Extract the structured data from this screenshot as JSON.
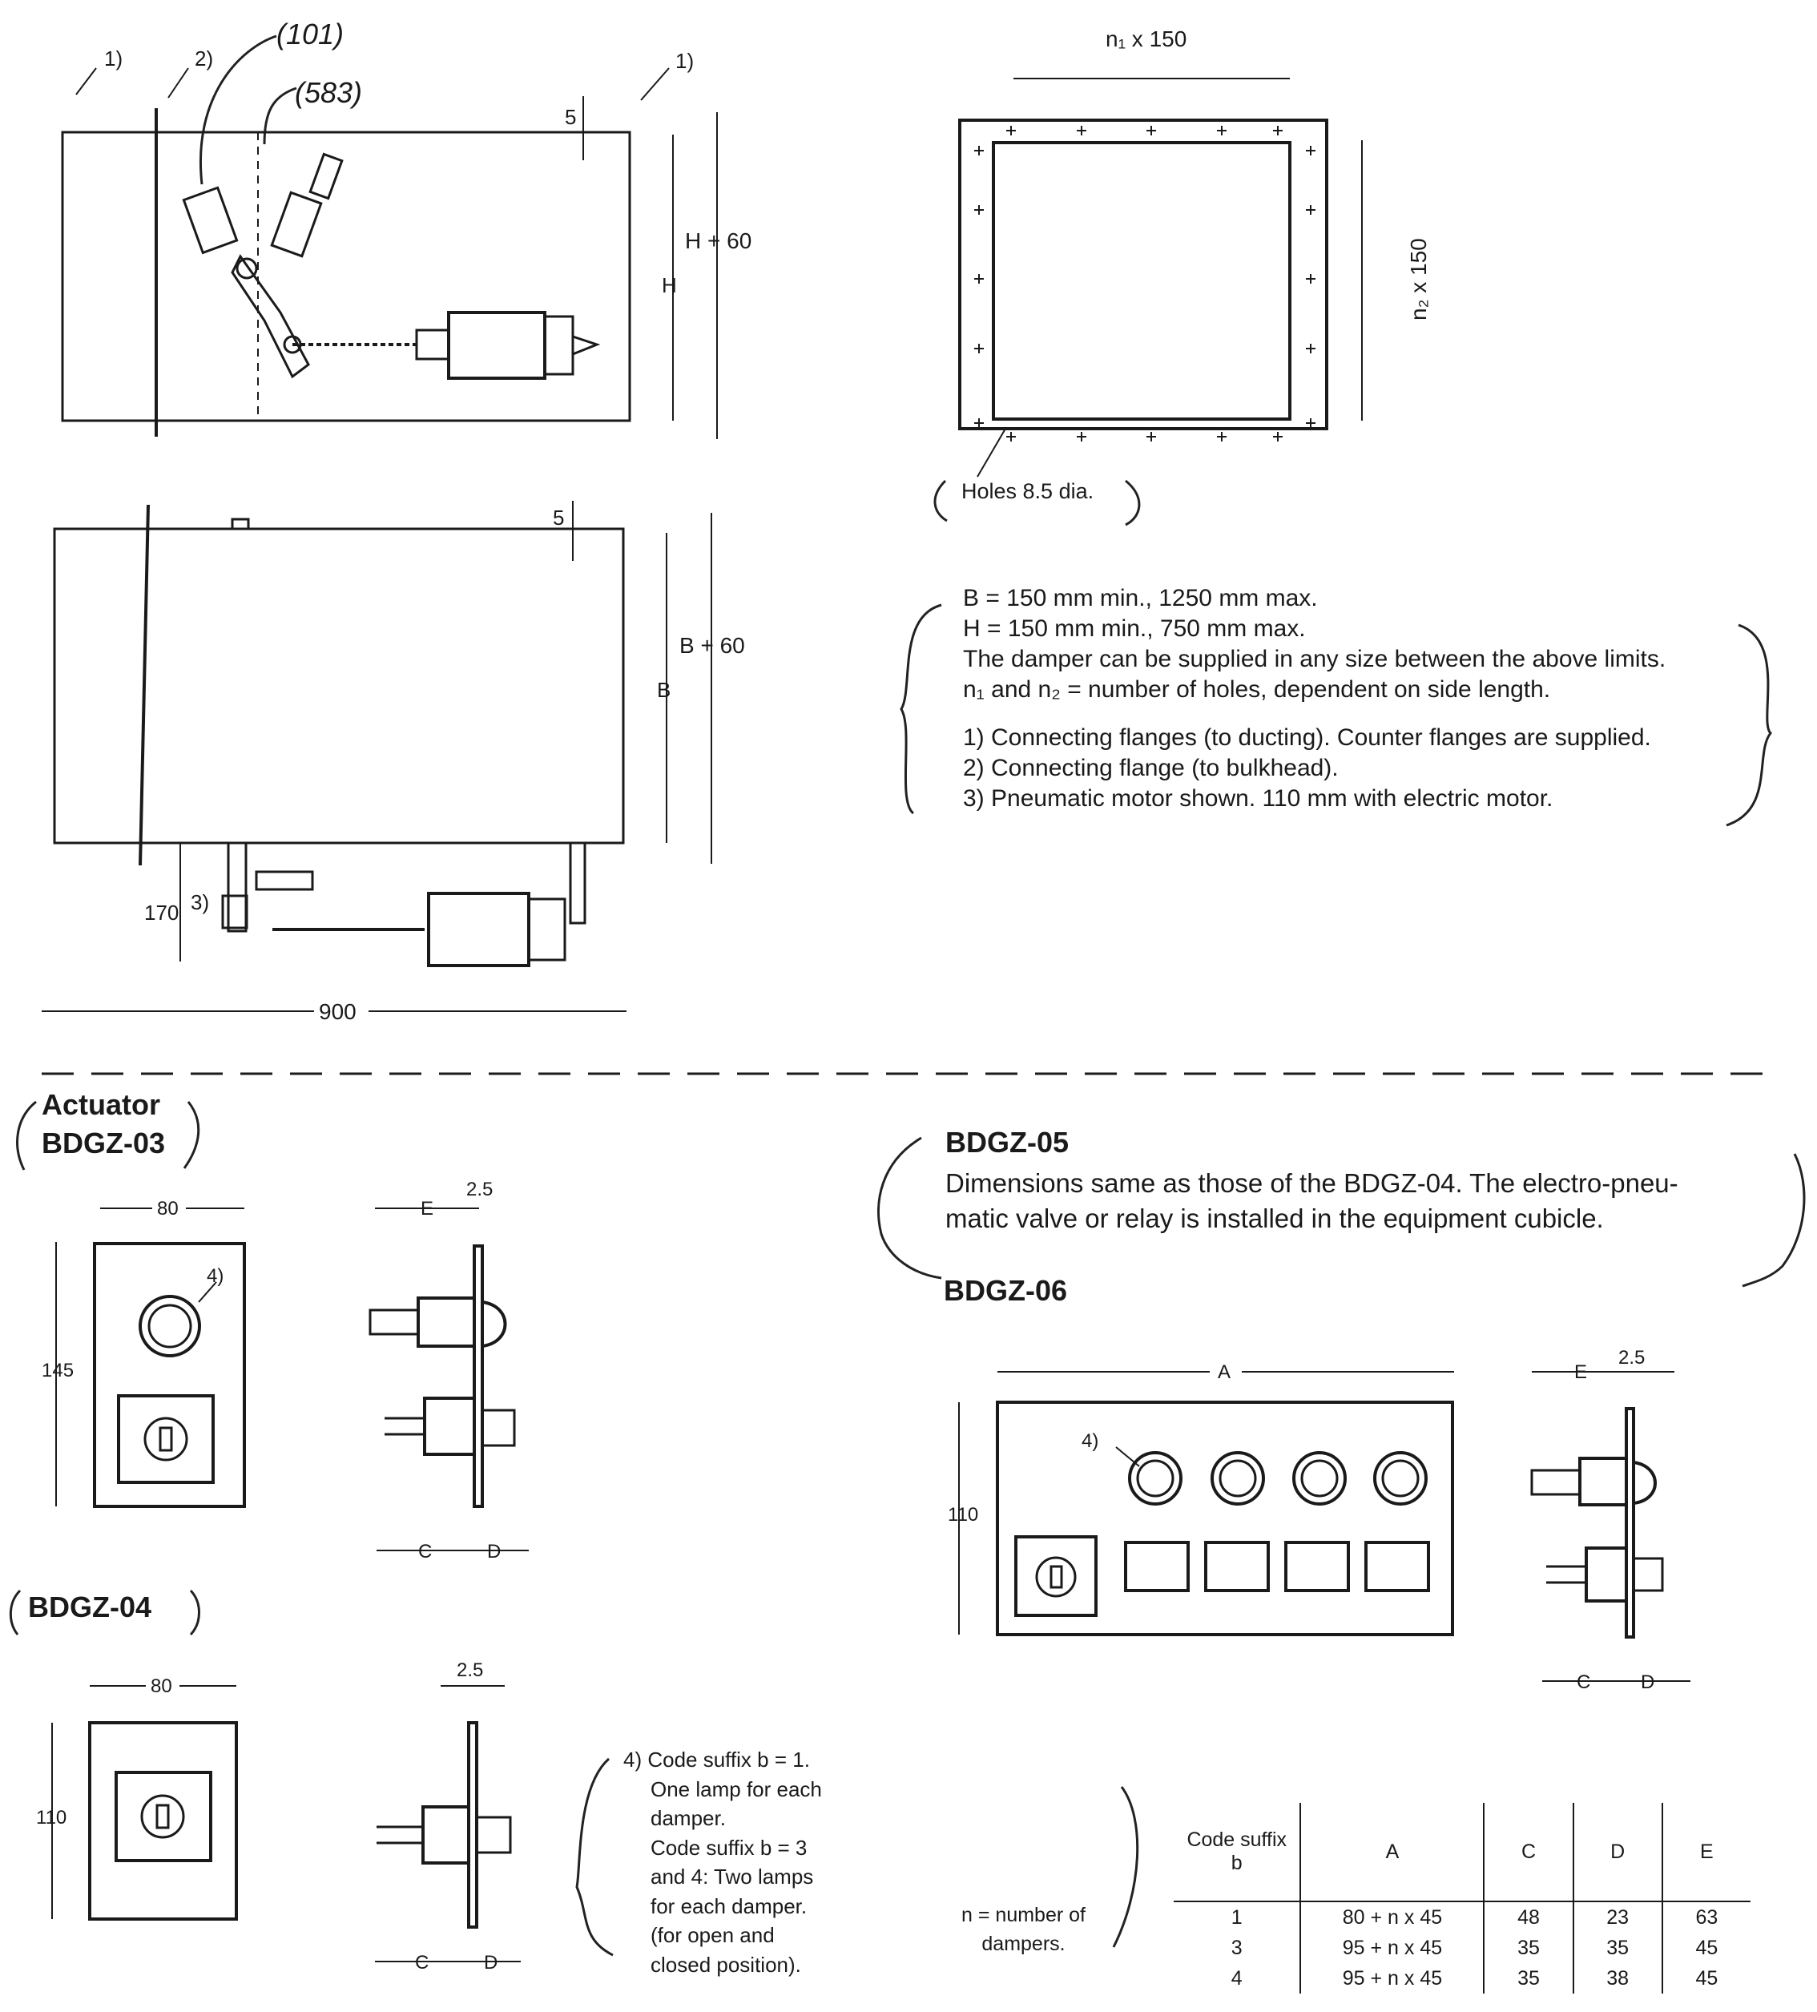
{
  "handwritten": {
    "ref1": "(101)",
    "ref2": "(583)"
  },
  "side_view": {
    "callout_1_left": "1)",
    "callout_2": "2)",
    "callout_1_right": "1)",
    "dim_5": "5",
    "dim_h_plus_60": "H + 60",
    "dim_h": "H"
  },
  "front_view": {
    "dim_n1": "n₁ x 150",
    "dim_n2": "n₂ x 150",
    "holes_label": "Holes 8.5 dia."
  },
  "top_view": {
    "dim_5": "5",
    "dim_b_plus_60": "B + 60",
    "dim_b": "B",
    "dim_170": "170",
    "callout_3": "3)",
    "dim_900": "900"
  },
  "notes": {
    "line1": "B = 150 mm min., 1250 mm max.",
    "line2": "H = 150 mm min.,   750 mm max.",
    "line3": "The damper can be supplied in any size between the above limits.",
    "line4": "n₁ and n₂ = number of holes, dependent on side length.",
    "fn1": "1)  Connecting flanges (to ducting). Counter flanges are supplied.",
    "fn2": "2)  Connecting flange (to bulkhead).",
    "fn3": "3)  Pneumatic motor shown. 110 mm with electric motor."
  },
  "actuator_03": {
    "title_line1": "Actuator",
    "title_line2": "BDGZ-03",
    "dim_width": "80",
    "dim_height": "145",
    "callout_4": "4)",
    "dim_e": "E",
    "dim_2_5": "2.5",
    "dim_c": "C",
    "dim_d": "D"
  },
  "bdgz_04": {
    "title": "BDGZ-04",
    "dim_width": "80",
    "dim_height": "110",
    "dim_2_5": "2.5",
    "dim_c": "C",
    "dim_d": "D",
    "footnote_4": [
      "4) Code suffix b = 1.",
      "One lamp for each",
      "damper.",
      "Code suffix b = 3",
      "and 4: Two lamps",
      "for each damper.",
      "(for open and",
      "closed position)."
    ]
  },
  "bdgz_05": {
    "title": "BDGZ-05",
    "text_line1": "Dimensions same as those of the BDGZ-04. The electro-pneu-",
    "text_line2": "matic valve or relay is installed in the equipment cubicle."
  },
  "bdgz_06": {
    "title": "BDGZ-06",
    "dim_a": "A",
    "dim_height": "110",
    "callout_4": "4)",
    "dim_e": "E",
    "dim_2_5": "2.5",
    "dim_c": "C",
    "dim_d": "D"
  },
  "n_note": {
    "line1": "n = number of",
    "line2": "dampers."
  },
  "dimension_table": {
    "headers": [
      "Code suffix b",
      "A",
      "C",
      "D",
      "E"
    ],
    "rows": [
      [
        "1",
        "80 + n x 45",
        "48",
        "23",
        "63"
      ],
      [
        "3",
        "95 + n x 45",
        "35",
        "35",
        "45"
      ],
      [
        "4",
        "95 + n x 45",
        "35",
        "38",
        "45"
      ]
    ]
  }
}
